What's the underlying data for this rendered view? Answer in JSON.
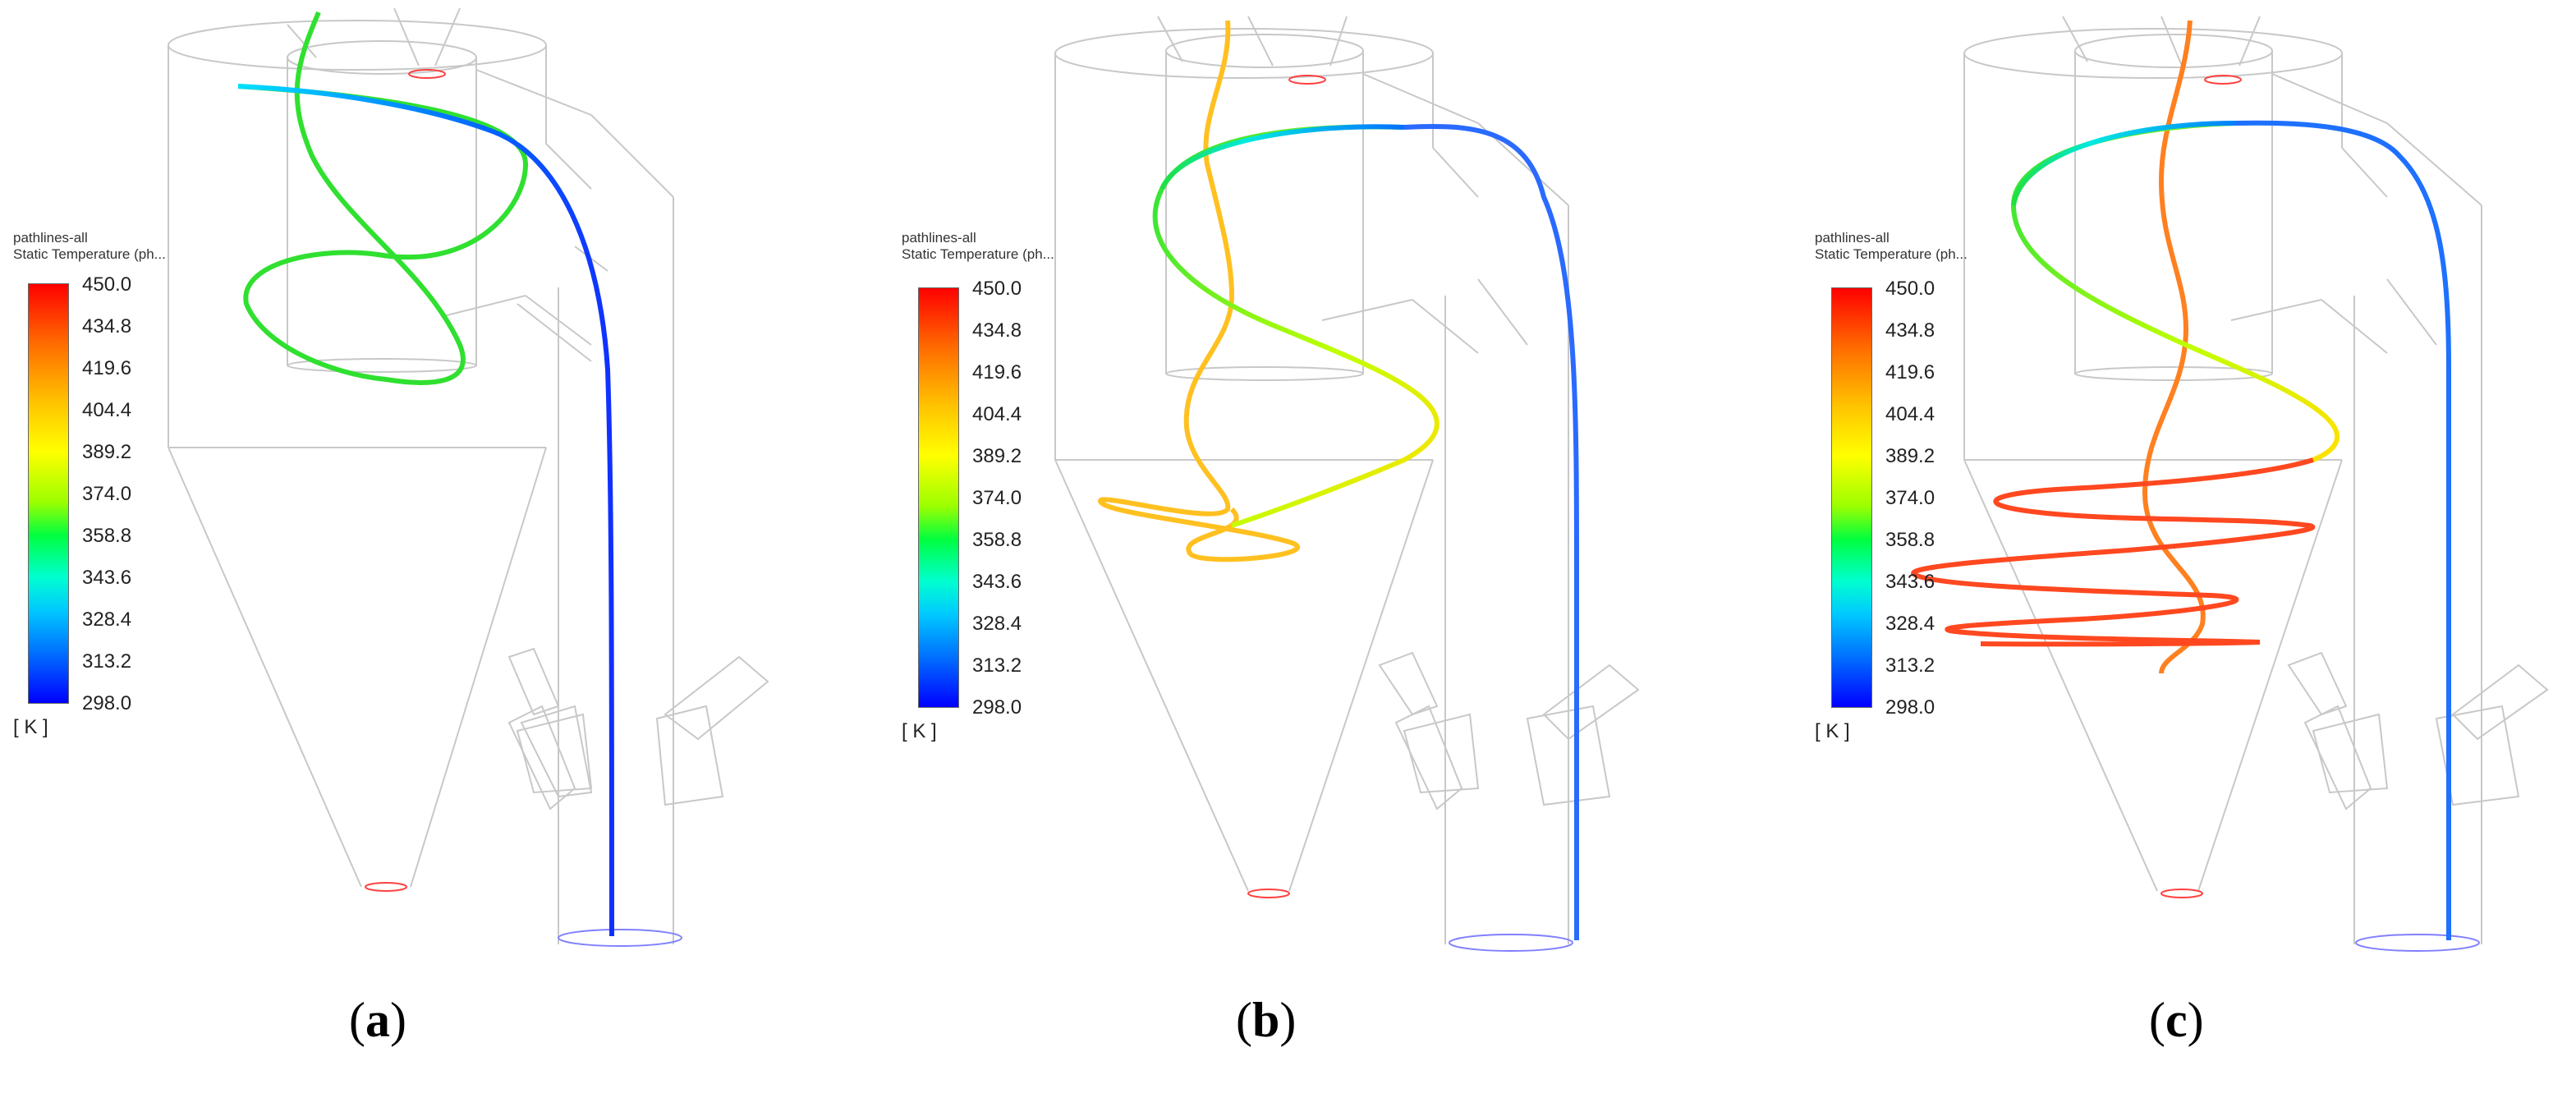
{
  "legend": {
    "line1": "pathlines-all",
    "line2": "Static Temperature (ph...",
    "ticks": [
      "450.0",
      "434.8",
      "419.6",
      "404.4",
      "389.2",
      "374.0",
      "358.8",
      "343.6",
      "328.4",
      "313.2",
      "298.0"
    ],
    "unit": "[ K ]",
    "range": [
      298.0,
      450.0
    ]
  },
  "panels": [
    {
      "id": "a",
      "caption_open": "(",
      "caption_letter": "a",
      "caption_close": ")"
    },
    {
      "id": "b",
      "caption_open": "(",
      "caption_letter": "b",
      "caption_close": ")"
    },
    {
      "id": "c",
      "caption_open": "(",
      "caption_letter": "c",
      "caption_close": ")"
    }
  ],
  "colors": {
    "outline": "#c8c8c8",
    "inlet_outlet_red": "#ff4040",
    "outlet_blue": "#8080ff"
  }
}
